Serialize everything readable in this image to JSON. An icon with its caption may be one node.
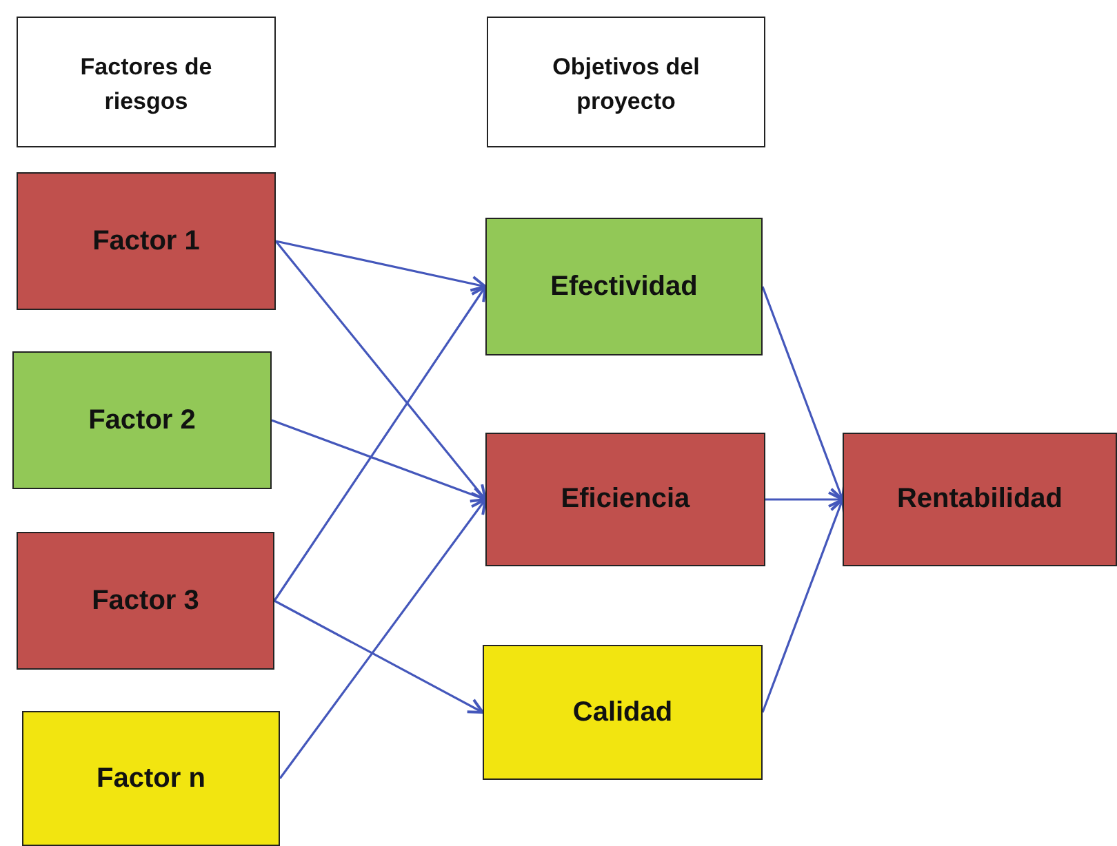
{
  "diagram": {
    "nodes": [
      {
        "text": [
          "Factores de riesgos"
        ]
      },
      {
        "text": [
          "Objetivos del proyecto"
        ]
      },
      {
        "text": [
          "Factor 1"
        ]
      },
      {
        "text": [
          "Factor 2"
        ]
      },
      {
        "text": [
          "Factor 3"
        ]
      },
      {
        "text": [
          "Factor n"
        ]
      },
      {
        "text": [
          "Efectividad"
        ]
      },
      {
        "text": [
          "Eficiencia"
        ]
      },
      {
        "text": [
          "Calidad"
        ]
      },
      {
        "text": [
          "Rentabilidad"
        ]
      }
    ],
    "edges": [
      {
        "from": 2,
        "to": 6,
        "arrow": "to"
      },
      {
        "from": 2,
        "to": 7,
        "arrow": "to"
      },
      {
        "from": 3,
        "to": 7,
        "arrow": "to"
      },
      {
        "from": 4,
        "to": 6,
        "arrow": "to"
      },
      {
        "from": 4,
        "to": 8,
        "arrow": "to"
      },
      {
        "from": 5,
        "to": 7,
        "arrow": "to"
      },
      {
        "from": 6,
        "to": 9,
        "arrow": "to"
      },
      {
        "from": 7,
        "to": 9,
        "arrow": "to"
      },
      {
        "from": 8,
        "to": 9,
        "arrow": "to"
      }
    ]
  }
}
